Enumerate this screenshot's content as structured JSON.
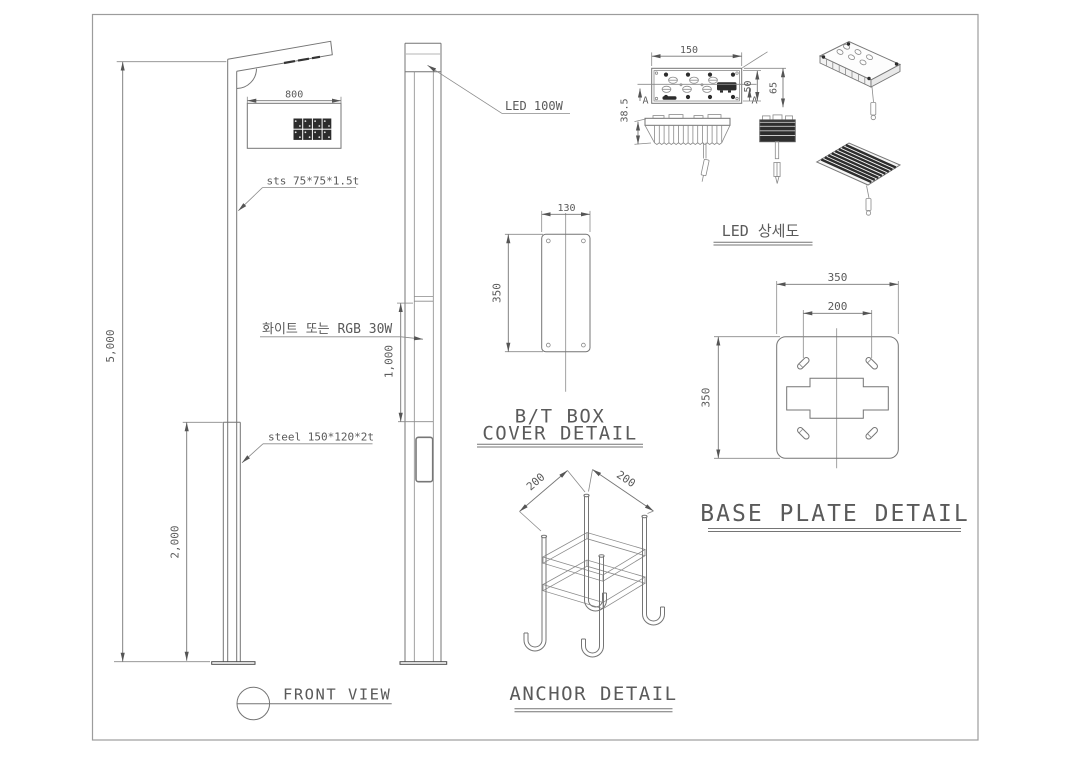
{
  "front_view": {
    "caption": "FRONT VIEW",
    "labels": {
      "arm_spec": "sts 75*75*1.5t",
      "lamp_spec": "화이트 또는 RGB 30W",
      "base_spec": "steel 150*120*2t",
      "led_spec": "LED 100W"
    },
    "dims": {
      "total_height": "5,000",
      "lower_height": "2,000",
      "mid_section": "1,000",
      "head_width": "800"
    }
  },
  "bt_box": {
    "title_line1": "B/T BOX",
    "title_line2": "COVER DETAIL",
    "dims": {
      "width": "130",
      "height": "350"
    }
  },
  "led_detail": {
    "title": "LED 상세도",
    "section_marker": "A",
    "dims": {
      "width": "150",
      "depth": "50",
      "height": "65",
      "fin_height": "38.5"
    }
  },
  "base_plate": {
    "title": "BASE PLATE DETAIL",
    "dims": {
      "width": "350",
      "height": "350",
      "hole_spacing": "200"
    }
  },
  "anchor": {
    "title": "ANCHOR DETAIL",
    "dims": {
      "spacing_a": "200",
      "spacing_b": "200"
    }
  },
  "colors": {
    "line": "#757575",
    "dark_fill": "#2c2c2c",
    "text": "#5a5a5a"
  }
}
